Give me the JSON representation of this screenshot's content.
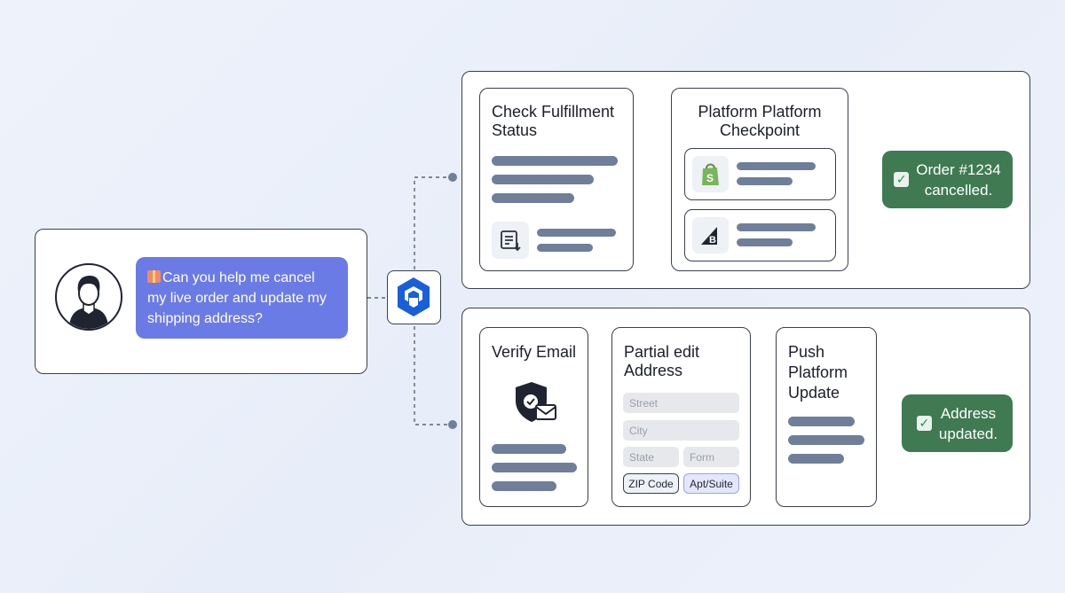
{
  "user": {
    "message": "Can you help me cancel my live order and update my shipping address?"
  },
  "top_flow": {
    "step1": {
      "title": "Check Fulfillment\nStatus"
    },
    "step2": {
      "title": "Platform Platform\nCheckpoint",
      "platforms": [
        "shopify-icon",
        "bigcommerce-icon"
      ]
    },
    "result": {
      "text": "Order #1234\ncancelled."
    }
  },
  "bottom_flow": {
    "step1": {
      "title": "Verify Email"
    },
    "step2": {
      "title": "Partial edit\nAddress",
      "fields": {
        "street": "Street",
        "city": "City",
        "state": "State",
        "form": "Form"
      },
      "chips": {
        "zip": "ZIP Code",
        "apt": "Apt/Suite"
      }
    },
    "step3": {
      "title": "Push\nPlatform\nUpdate"
    },
    "result": {
      "text": "Address\nupdated."
    }
  },
  "colors": {
    "bubble": "#6b7be6",
    "result": "#3f7a52",
    "hub": "#1a5ed8",
    "bars": "#6f7f9a"
  }
}
